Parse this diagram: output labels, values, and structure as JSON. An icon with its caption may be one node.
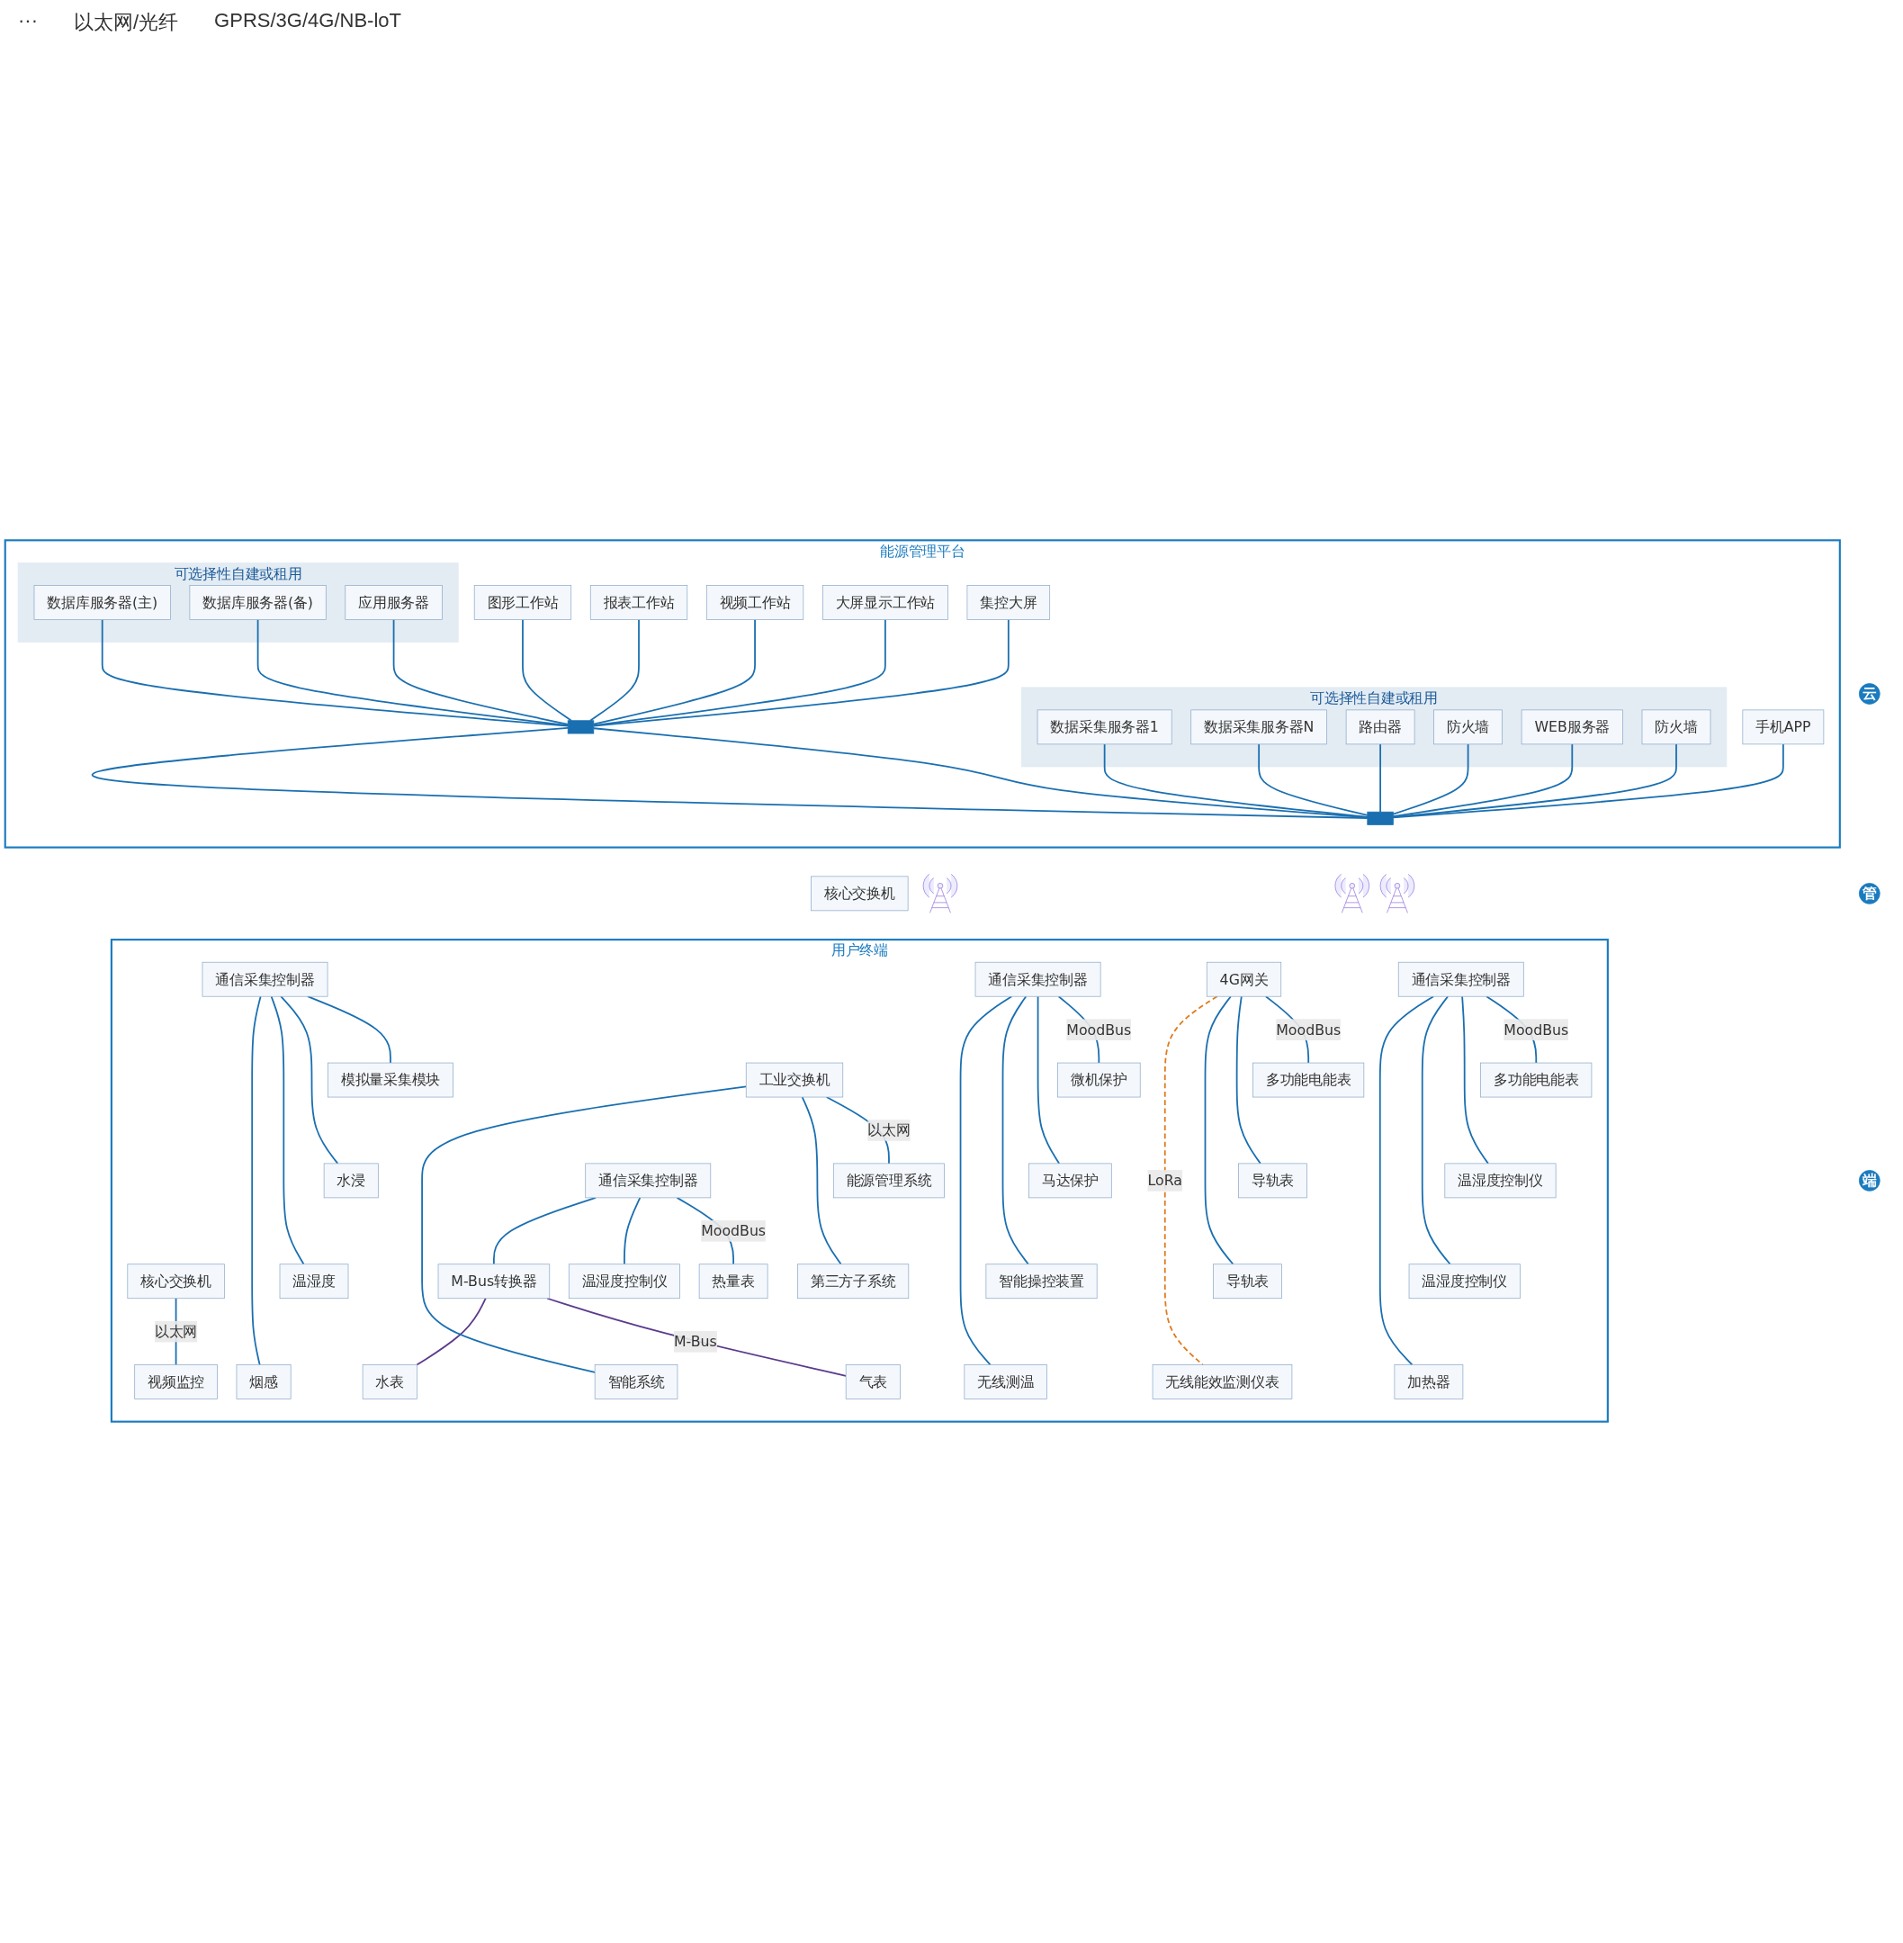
{
  "diagram": {
    "nodes": [
      {
        "text": [
          "能源管理平台"
        ]
      },
      {
        "text": [
          "可选择性自建或租用"
        ],
        "in": 0
      },
      {
        "text": [
          "数据库服务器(主)"
        ],
        "in": 1
      },
      {
        "text": [
          "数据库服务器(备)"
        ],
        "in": 1
      },
      {
        "text": [
          "应用服务器"
        ],
        "in": 1
      },
      {
        "text": [
          "图形工作站"
        ],
        "in": 0
      },
      {
        "text": [
          "报表工作站"
        ],
        "in": 0
      },
      {
        "text": [
          "视频工作站"
        ],
        "in": 0
      },
      {
        "text": [
          "大屏显示工作站"
        ],
        "in": 0
      },
      {
        "text": [
          "集控大屏"
        ],
        "in": 0
      },
      {
        "text": [],
        "shape": "bar",
        "in": 0
      },
      {
        "text": [
          "云"
        ]
      },
      {
        "text": [
          "可选择性自建或租用"
        ],
        "in": 0
      },
      {
        "text": [
          "数据采集服务器1"
        ],
        "in": 12
      },
      {
        "text": [
          "数据采集服务器N"
        ],
        "in": 12
      },
      {
        "text": [
          "路由器"
        ],
        "in": 12
      },
      {
        "text": [
          "防火墙"
        ],
        "in": 12
      },
      {
        "text": [
          "WEB服务器"
        ],
        "in": 12
      },
      {
        "text": [
          "防火墙"
        ],
        "in": 12
      },
      {
        "text": [
          "手机APP"
        ],
        "in": 0
      },
      {
        "text": [],
        "shape": "bar",
        "in": 0
      },
      {
        "text": [
          "核心交换机"
        ]
      },
      {
        "text": [],
        "shape": "picture"
      },
      {
        "text": [],
        "shape": "picture"
      },
      {
        "text": [],
        "shape": "picture"
      },
      {
        "text": [
          "用户终端"
        ]
      },
      {
        "text": [
          "管"
        ]
      },
      {
        "text": [
          "核心交换机"
        ],
        "in": 25
      },
      {
        "text": [
          "通信采集控制器"
        ],
        "in": 25
      },
      {
        "text": [
          "通信采集控制器"
        ],
        "in": 25
      },
      {
        "text": [
          "4G网关"
        ],
        "in": 25
      },
      {
        "text": [
          "通信采集控制器"
        ],
        "in": 25
      },
      {
        "text": [
          "通信采集控制器"
        ],
        "in": 25
      },
      {
        "text": [
          "工业交换机"
        ],
        "in": 25
      },
      {
        "text": [
          "模拟量采集模块"
        ],
        "in": 25
      },
      {
        "text": [
          "微机保护"
        ],
        "in": 25
      },
      {
        "text": [
          "无线能效监测仪表"
        ],
        "in": 25
      },
      {
        "text": [
          "多功能电能表"
        ],
        "in": 25
      },
      {
        "text": [
          "M-Bus转换器"
        ],
        "in": 25
      },
      {
        "text": [
          "智能系统"
        ],
        "in": 25
      },
      {
        "text": [
          "视频监控"
        ],
        "in": 25
      },
      {
        "text": [
          "水浸"
        ],
        "in": 25
      },
      {
        "text": [
          "马达保护"
        ],
        "in": 25
      },
      {
        "text": [
          "多功能电能表"
        ],
        "in": 25
      },
      {
        "text": [
          "温湿度控制仪"
        ],
        "in": 25
      },
      {
        "text": [
          "热量表"
        ],
        "in": 25
      },
      {
        "text": [
          "第三方子系统"
        ],
        "in": 25
      },
      {
        "text": [
          "端"
        ]
      },
      {
        "text": [
          "温湿度"
        ],
        "in": 25
      },
      {
        "text": [
          "智能操控装置"
        ],
        "in": 25
      },
      {
        "text": [
          "导轨表"
        ],
        "in": 25
      },
      {
        "text": [
          "温湿度控制仪"
        ],
        "in": 25
      },
      {
        "text": [
          "温湿度控制仪"
        ],
        "in": 25
      },
      {
        "text": [
          "气表"
        ],
        "in": 25
      },
      {
        "text": [
          "能源管理系统"
        ],
        "in": 25
      },
      {
        "text": [
          "烟感"
        ],
        "in": 25
      },
      {
        "text": [
          "无线测温"
        ],
        "in": 25
      },
      {
        "text": [
          "导轨表"
        ],
        "in": 25
      },
      {
        "text": [
          "加热器"
        ],
        "in": 25
      },
      {
        "text": [
          "水表"
        ],
        "in": 25
      }
    ],
    "edges": [
      {
        "from": 2,
        "to": 10,
        "arrow": "none"
      },
      {
        "from": 3,
        "to": 10,
        "arrow": "none"
      },
      {
        "from": 4,
        "to": 10,
        "arrow": "none"
      },
      {
        "from": 5,
        "to": 10,
        "arrow": "none"
      },
      {
        "from": 6,
        "to": 10,
        "arrow": "none"
      },
      {
        "from": 7,
        "to": 10,
        "arrow": "none"
      },
      {
        "from": 8,
        "to": 10,
        "arrow": "none"
      },
      {
        "from": 9,
        "to": 10,
        "arrow": "none"
      },
      {
        "from": 10,
        "to": 20,
        "arrow": "none"
      },
      {
        "from": 10,
        "to": 20,
        "arrow": "none"
      },
      {
        "from": 13,
        "to": 20,
        "arrow": "none"
      },
      {
        "from": 14,
        "to": 20,
        "arrow": "none"
      },
      {
        "from": 15,
        "to": 20,
        "arrow": "none"
      },
      {
        "from": 16,
        "to": 20,
        "arrow": "none"
      },
      {
        "from": 17,
        "to": 20,
        "arrow": "none"
      },
      {
        "from": 18,
        "to": 20,
        "arrow": "none"
      },
      {
        "from": 19,
        "to": 20,
        "arrow": "none"
      },
      {
        "from": 27,
        "to": 40,
        "arrow": "none",
        "label": "以太网"
      },
      {
        "from": 28,
        "to": 34,
        "arrow": "none"
      },
      {
        "from": 28,
        "to": 41,
        "arrow": "none"
      },
      {
        "from": 28,
        "to": 48,
        "arrow": "none"
      },
      {
        "from": 28,
        "to": 55,
        "arrow": "none"
      },
      {
        "from": 29,
        "to": 35,
        "arrow": "none",
        "label": "MoodBus"
      },
      {
        "from": 29,
        "to": 42,
        "arrow": "none"
      },
      {
        "from": 29,
        "to": 49,
        "arrow": "none"
      },
      {
        "from": 29,
        "to": 56,
        "arrow": "none"
      },
      {
        "from": 30,
        "to": 43,
        "arrow": "none",
        "label": "MoodBus"
      },
      {
        "from": 30,
        "to": 50,
        "arrow": "none"
      },
      {
        "from": 30,
        "to": 57,
        "arrow": "none"
      },
      {
        "from": 30,
        "to": 36,
        "arrow": "none",
        "label": "LoRa",
        "style": "dashed",
        "color": "#e07b1a"
      },
      {
        "from": 31,
        "to": 37,
        "arrow": "none",
        "label": "MoodBus"
      },
      {
        "from": 31,
        "to": 44,
        "arrow": "none"
      },
      {
        "from": 31,
        "to": 51,
        "arrow": "none"
      },
      {
        "from": 31,
        "to": 58,
        "arrow": "none"
      },
      {
        "from": 32,
        "to": 45,
        "arrow": "none",
        "label": "MoodBus"
      },
      {
        "from": 32,
        "to": 52,
        "arrow": "none"
      },
      {
        "from": 32,
        "to": 38,
        "arrow": "none"
      },
      {
        "from": 38,
        "to": 53,
        "arrow": "none",
        "label": "M-Bus",
        "color": "#5b3a8c"
      },
      {
        "from": 38,
        "to": 59,
        "arrow": "none",
        "color": "#5b3a8c"
      },
      {
        "from": 33,
        "to": 54,
        "arrow": "none",
        "label": "以太网"
      },
      {
        "from": 33,
        "to": 46,
        "arrow": "none"
      },
      {
        "from": 33,
        "to": 39,
        "arrow": "none"
      }
    ],
    "labels": [
      "···",
      "以太网/光纤",
      "GPRS/3G/4G/NB-loT"
    ]
  }
}
